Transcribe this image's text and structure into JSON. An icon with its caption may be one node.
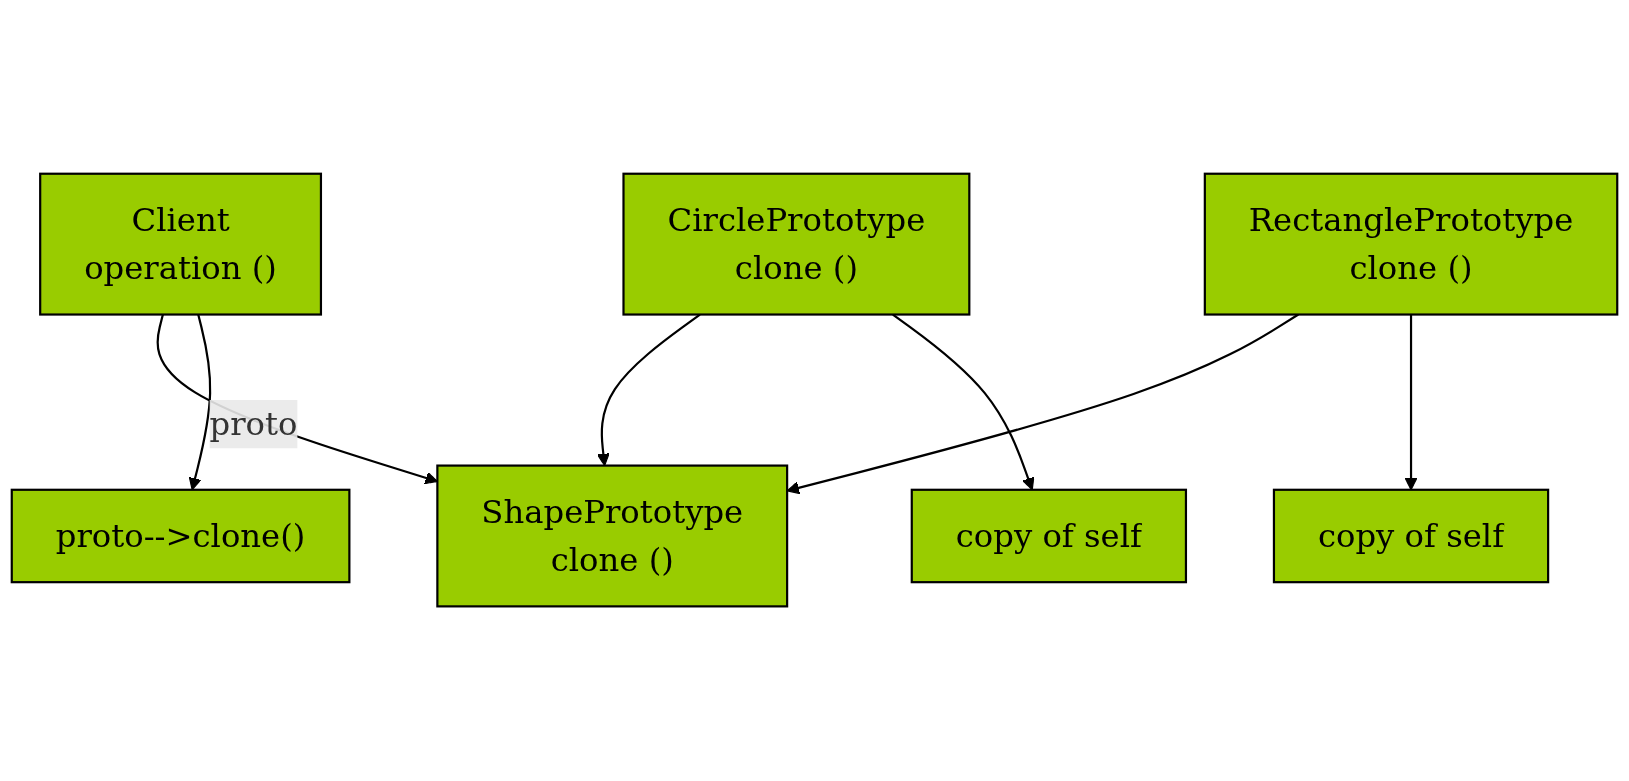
{
  "diagram": {
    "nodes": [
      {
        "text": [
          "Client",
          "operation ()"
        ]
      },
      {
        "text": [
          "ShapePrototype",
          "clone ()"
        ]
      },
      {
        "text": [
          "proto-->clone()"
        ]
      },
      {
        "text": [
          "CirclePrototype",
          "clone ()"
        ]
      },
      {
        "text": [
          "RectanglePrototype",
          "clone ()"
        ]
      },
      {
        "text": [
          "copy of self"
        ]
      },
      {
        "text": [
          "copy of self"
        ]
      }
    ],
    "edges": [
      {
        "from": 0,
        "to": 1,
        "arrow": "to",
        "label": "proto"
      },
      {
        "from": 0,
        "to": 2,
        "arrow": "to"
      },
      {
        "from": 3,
        "to": 1,
        "arrow": "to"
      },
      {
        "from": 4,
        "to": 1,
        "arrow": "to"
      },
      {
        "from": 3,
        "to": 5,
        "arrow": "to"
      },
      {
        "from": 4,
        "to": 6,
        "arrow": "to"
      }
    ]
  }
}
